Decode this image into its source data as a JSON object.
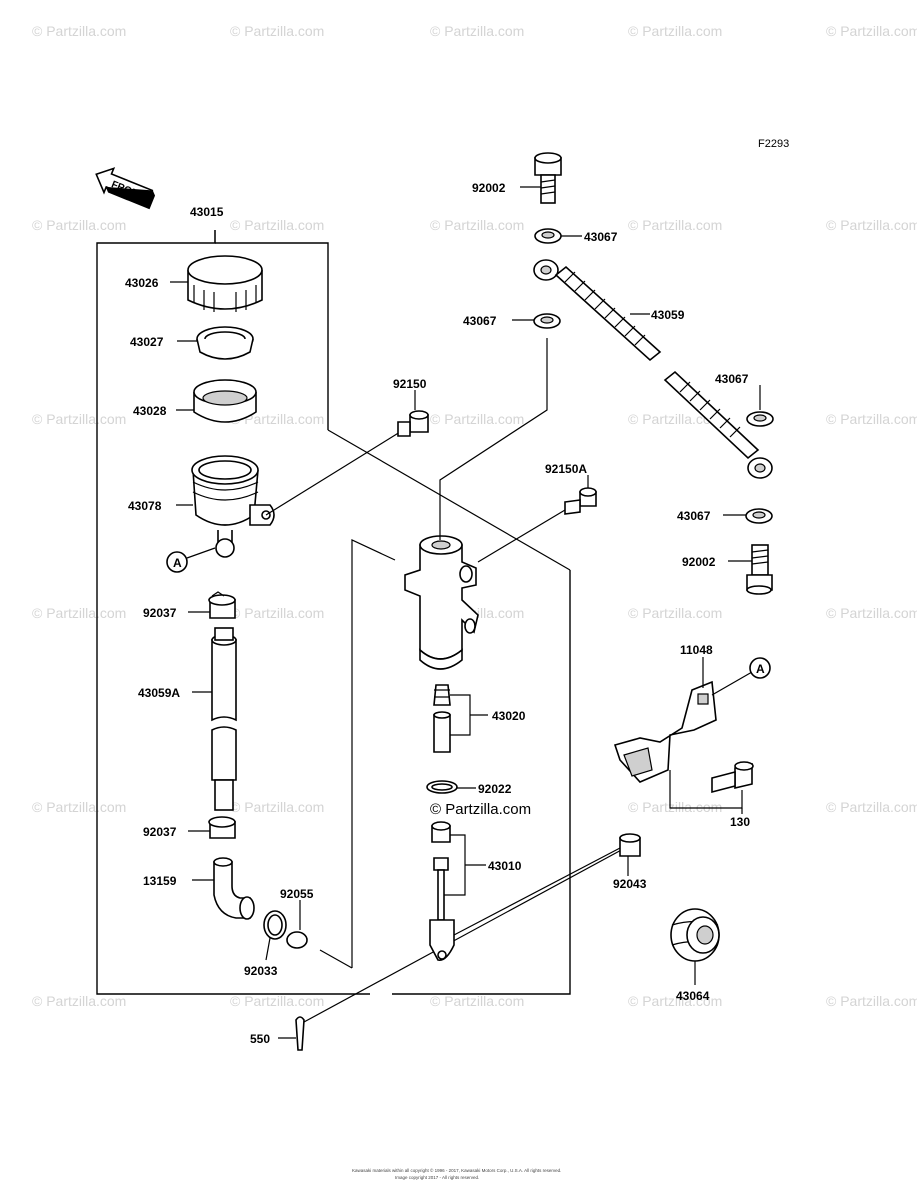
{
  "figure_code": "F2293",
  "front_label": "FRONT",
  "callout_a": "A",
  "watermark": "© Partzilla.com",
  "center_watermark": "© Partzilla.com",
  "copyright_line1": "Kawasaki materials within all copyright © 1996 - 2017, Kawasaki Motors Corp., U.S.A. All rights reserved.",
  "copyright_line2": "Image copyright 2017 - All rights reserved.",
  "parts": {
    "p43015": "43015",
    "p43026": "43026",
    "p43027": "43027",
    "p43028": "43028",
    "p43078": "43078",
    "p92037a": "92037",
    "p43059a": "43059A",
    "p92037b": "92037",
    "p13159": "13159",
    "p92055": "92055",
    "p92033": "92033",
    "p550": "550",
    "p92150": "92150",
    "p92150a": "92150A",
    "p43020": "43020",
    "p92022": "92022",
    "p43010": "43010",
    "p92043": "92043",
    "p43064": "43064",
    "p11048": "11048",
    "p130": "130",
    "p92002a": "92002",
    "p43067a": "43067",
    "p43067b": "43067",
    "p43059": "43059",
    "p43067c": "43067",
    "p43067d": "43067",
    "p92002b": "92002"
  }
}
